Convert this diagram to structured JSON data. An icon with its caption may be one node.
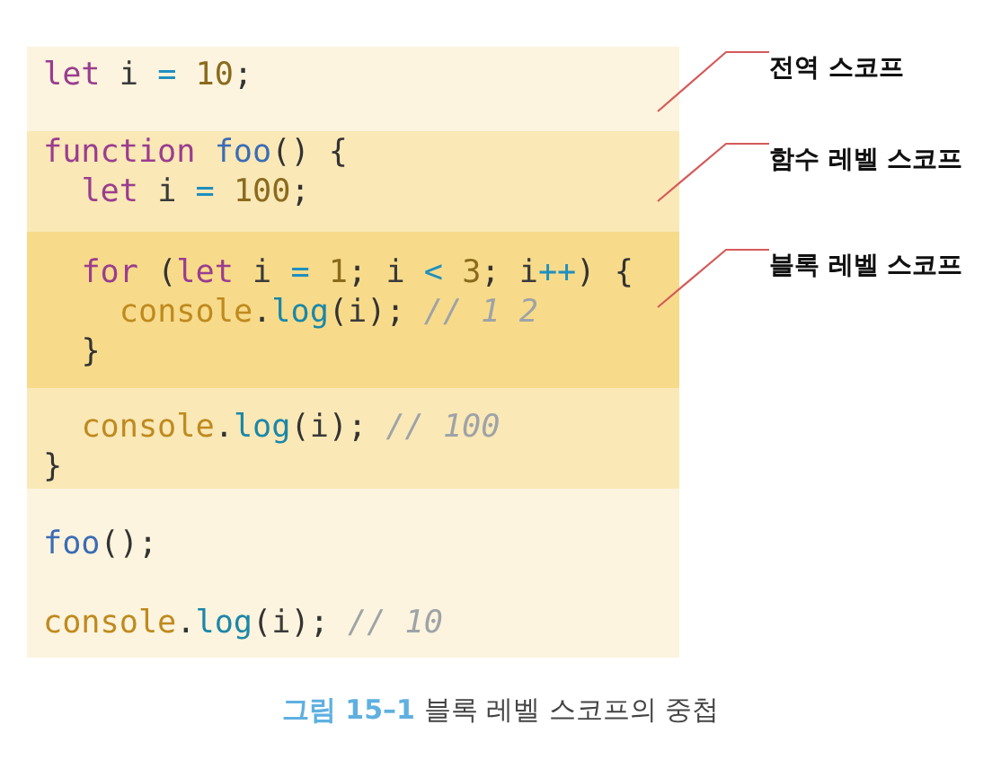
{
  "diagram": {
    "caption": "**그림 15–1** 블록 레벨 스코프의 중첩",
    "nodes": [
      {
        "text": [
          "let i = 10;",
          "foo();",
          "console.log(i); // 10"
        ]
      },
      {
        "text": [
          "function foo() {",
          "let i = 100;",
          "console.log(i); // 100",
          "}"
        ],
        "in": 0
      },
      {
        "text": [
          "for (let i = 1; i < 3; i++) {",
          "console.log(i); // 1 2",
          "}"
        ],
        "in": 1
      },
      {
        "text": [
          "전역 스코프"
        ]
      },
      {
        "text": [
          "함수 레벨 스코프"
        ]
      },
      {
        "text": [
          "블록 레벨 스코프"
        ]
      }
    ],
    "edges": [
      {
        "from": 3,
        "to": 0,
        "arrow": "none"
      },
      {
        "from": 4,
        "to": 1,
        "arrow": "none"
      },
      {
        "from": 5,
        "to": 2,
        "arrow": "none"
      }
    ]
  }
}
